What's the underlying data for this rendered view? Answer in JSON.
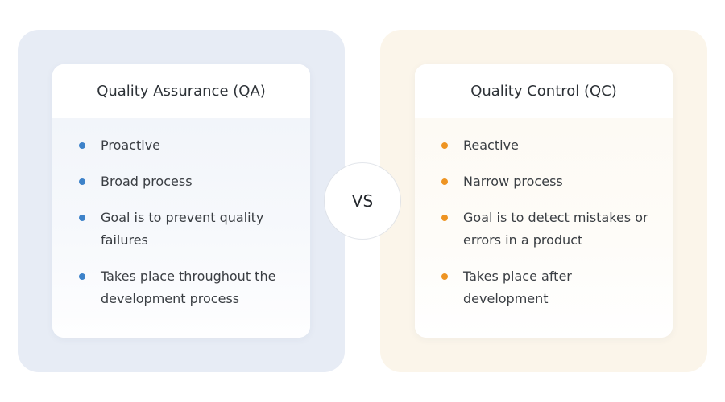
{
  "diagram": {
    "center_badge": {
      "label": "VS"
    },
    "columns": [
      {
        "key": "qa",
        "title": "Quality Assurance (QA)",
        "accent_color": "#2175d9",
        "panel_color": "#e7ecf5",
        "bullets": [
          "Proactive",
          "Broad process",
          "Goal is to prevent quality failures",
          "Takes place throughout the development process"
        ]
      },
      {
        "key": "qc",
        "title": "Quality Control (QC)",
        "accent_color": "#f2a227",
        "panel_color": "#fbf3e7",
        "bullets": [
          "Reactive",
          "Narrow process",
          "Goal is to detect mistakes or errors in a product",
          "Takes place after development"
        ]
      }
    ]
  }
}
